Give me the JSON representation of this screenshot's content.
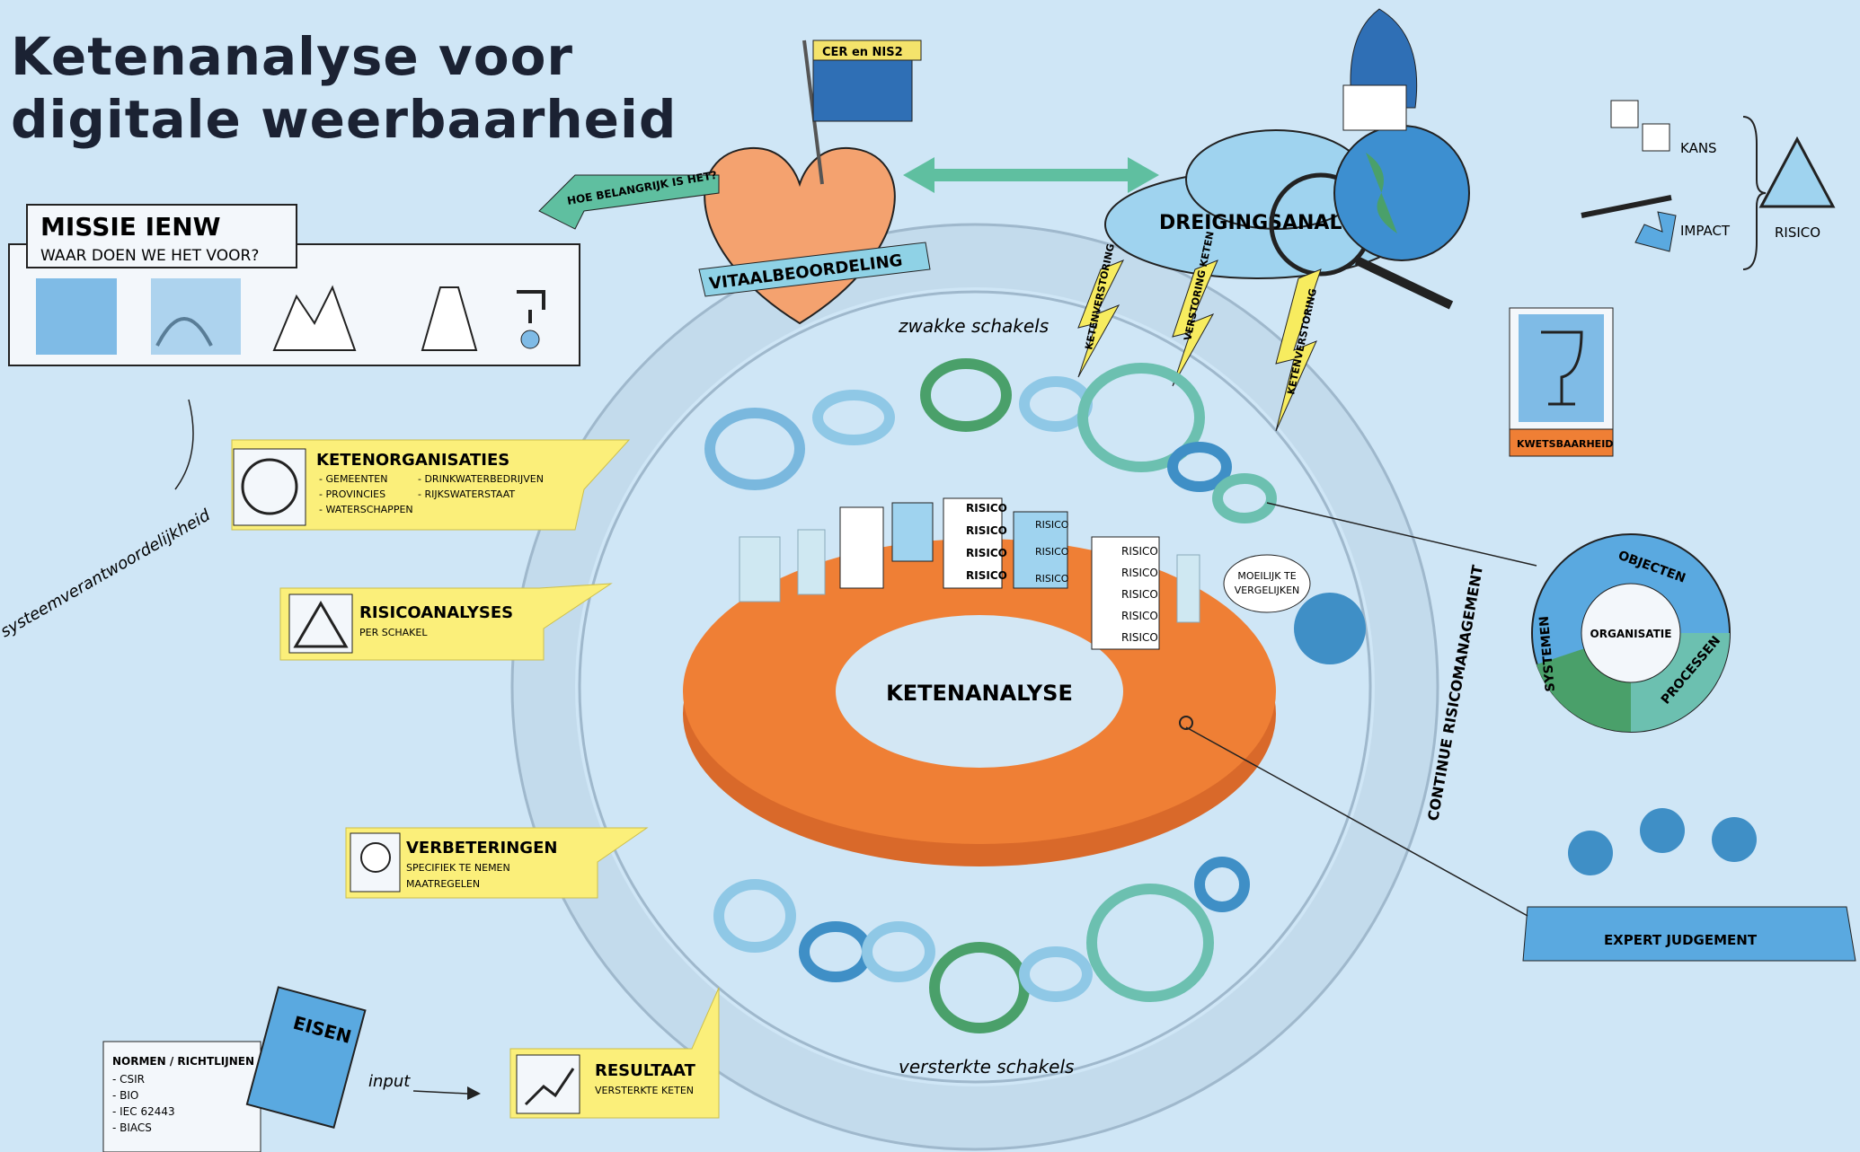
{
  "title": [
    "Ketenanalyse voor",
    "digitale weerbaarheid"
  ],
  "flag_label": "CER en NIS2",
  "missie": {
    "title": "MISSIE IENW",
    "subtitle": "WAAR DOEN WE HET VOOR?"
  },
  "heart": {
    "arrow_label": "HOE BELANGRIJK IS HET?",
    "banner": "VITAALBEOORDELING"
  },
  "threat": {
    "cloud_label": "DREIGINGSANALYSE",
    "bolts": [
      "KETENVERSTORING",
      "VERSTORING KETEN",
      "KETENVERSTORING"
    ]
  },
  "risk_legend": {
    "kans": "KANS",
    "impact": "IMPACT",
    "risico": "RISICO"
  },
  "kwetsbaarheid": "KWETSBAARHEID",
  "zwakke": "zwakke schakels",
  "versterkte": "versterkte schakels",
  "ketenorg": {
    "title": "KETENORGANISATIES",
    "items": [
      "- GEMEENTEN",
      "- PROVINCIES",
      "- WATERSCHAPPEN",
      "- DRINKWATERBEDRIJVEN",
      "- RIJKSWATERSTAAT"
    ]
  },
  "risicoanalyses": {
    "title": "RISICOANALYSES",
    "sub": "PER SCHAKEL"
  },
  "verbeteringen": {
    "title": "VERBETERINGEN",
    "sub": [
      "SPECIFIEK TE NEMEN",
      "MAATREGELEN"
    ]
  },
  "resultaat": {
    "title": "RESULTAAT",
    "sub": "VERSTERKTE KETEN"
  },
  "ring_label": "KETENANALYSE",
  "cards_label": "RISICO",
  "moeilijk": [
    "MOEILIJK TE",
    "VERGELIJKEN"
  ],
  "continue": "CONTINUE RISICOMANAGEMENT",
  "donut": {
    "center": "ORGANISATIE",
    "segments": [
      "OBJECTEN",
      "PROCESSEN",
      "SYSTEMEN"
    ]
  },
  "expert": "EXPERT JUDGEMENT",
  "systeem": "systeemverantwoordelijkheid",
  "eisen": {
    "clip": "EISEN",
    "title": "NORMEN / RICHTLIJNEN",
    "items": [
      "- CSIR",
      "- BIO",
      "- IEC 62443",
      "- BIACS"
    ]
  },
  "input": "input",
  "colors": {
    "bg": "#cfe6f6",
    "orange": "#ef7f35",
    "yellow": "#fbef7a",
    "blue": "#3f8fc6",
    "green": "#4aa06a"
  }
}
